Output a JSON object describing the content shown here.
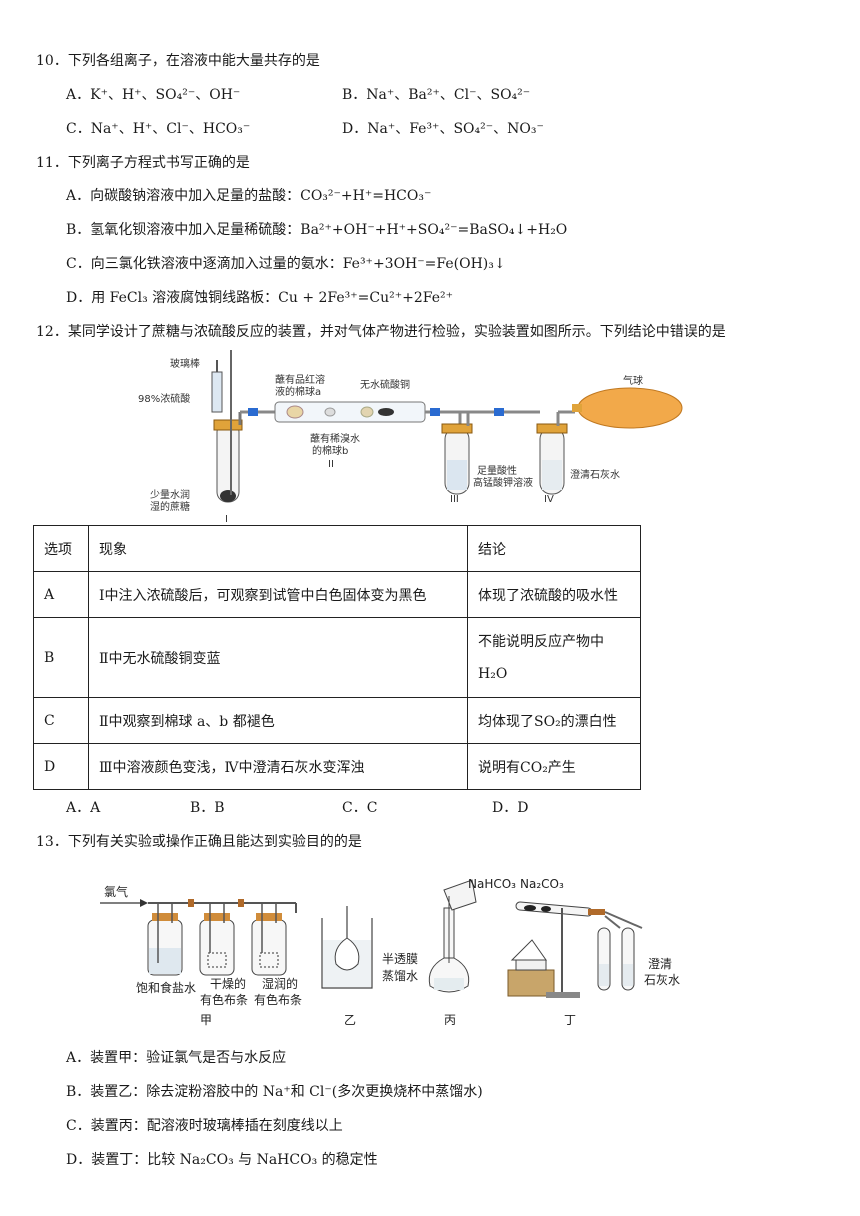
{
  "q10": {
    "stem": "10．下列各组离子，在溶液中能大量共存的是",
    "A": "A．K⁺、H⁺、SO₄²⁻、OH⁻",
    "B": "B．Na⁺、Ba²⁺、Cl⁻、SO₄²⁻",
    "C": "C．Na⁺、H⁺、Cl⁻、HCO₃⁻",
    "D": "D．Na⁺、Fe³⁺、SO₄²⁻、NO₃⁻"
  },
  "q11": {
    "stem": "11．下列离子方程式书写正确的是",
    "A": "A．向碳酸钠溶液中加入足量的盐酸：CO₃²⁻+H⁺=HCO₃⁻",
    "B": "B．氢氧化钡溶液中加入足量稀硫酸：Ba²⁺+OH⁻+H⁺+SO₄²⁻=BaSO₄↓+H₂O",
    "C": "C．向三氯化铁溶液中逐滴加入过量的氨水：Fe³⁺+3OH⁻=Fe(OH)₃↓",
    "D": "D．用 FeCl₃ 溶液腐蚀铜线路板：Cu + 2Fe³⁺=Cu²⁺+2Fe²⁺"
  },
  "q12": {
    "stem": "12．某同学设计了蔗糖与浓硫酸反应的装置，并对气体产物进行检验，实验装置如图所示。下列结论中错误的是",
    "figure_labels": {
      "rod": "玻璃棒",
      "acid": "98%浓硫酸",
      "ball_a_1": "蘸有品红溶",
      "ball_a_2": "液的棉球a",
      "cuso4": "无水硫酸铜",
      "ball_b_1": "蘸有稀溴水",
      "ball_b_2": "的棉球b",
      "balloon": "气球",
      "kmno4_1": "足量酸性",
      "kmno4_2": "高锰酸钾溶液",
      "limewater": "澄清石灰水",
      "sugar_1": "少量水润",
      "sugar_2": "湿的蔗糖",
      "t1": "I",
      "t2": "II",
      "t3": "III",
      "t4": "IV"
    },
    "table": {
      "headers": [
        "选项",
        "现象",
        "结论"
      ],
      "rows": [
        [
          "A",
          "Ⅰ中注入浓硫酸后，可观察到试管中白色固体变为黑色",
          "体现了浓硫酸的吸水性"
        ],
        [
          "B",
          "Ⅱ中无水硫酸铜变蓝",
          "不能说明反应产物中H₂O"
        ],
        [
          "C",
          "Ⅱ中观察到棉球 a、b 都褪色",
          "均体现了SO₂的漂白性"
        ],
        [
          "D",
          "Ⅲ中溶液颜色变浅，Ⅳ中澄清石灰水变浑浊",
          "说明有CO₂产生"
        ]
      ]
    },
    "choices": [
      "A．A",
      "B．B",
      "C．C",
      "D．D"
    ]
  },
  "q13": {
    "stem": "13．下列有关实验或操作正确且能达到实验目的的是",
    "figure_labels": {
      "chlorine": "氯气",
      "brine": "饱和食盐水",
      "dry_1": "干燥的",
      "dry_2": "有色布条",
      "wet_1": "湿润的",
      "wet_2": "有色布条",
      "jia": "甲",
      "membrane": "半透膜",
      "water": "蒸馏水",
      "yi": "乙",
      "bing": "丙",
      "nahco3": "NaHCO₃",
      "na2co3": "Na₂CO₃",
      "lime_1": "澄清",
      "lime_2": "石灰水",
      "ding": "丁"
    },
    "A": "A．装置甲：验证氯气是否与水反应",
    "B": "B．装置乙：除去淀粉溶胶中的 Na⁺和 Cl⁻(多次更换烧杯中蒸馏水)",
    "C": "C．装置丙：配溶液时玻璃棒插在刻度线以上",
    "D": "D．装置丁：比较 Na₂CO₃ 与 NaHCO₃ 的稳定性"
  }
}
